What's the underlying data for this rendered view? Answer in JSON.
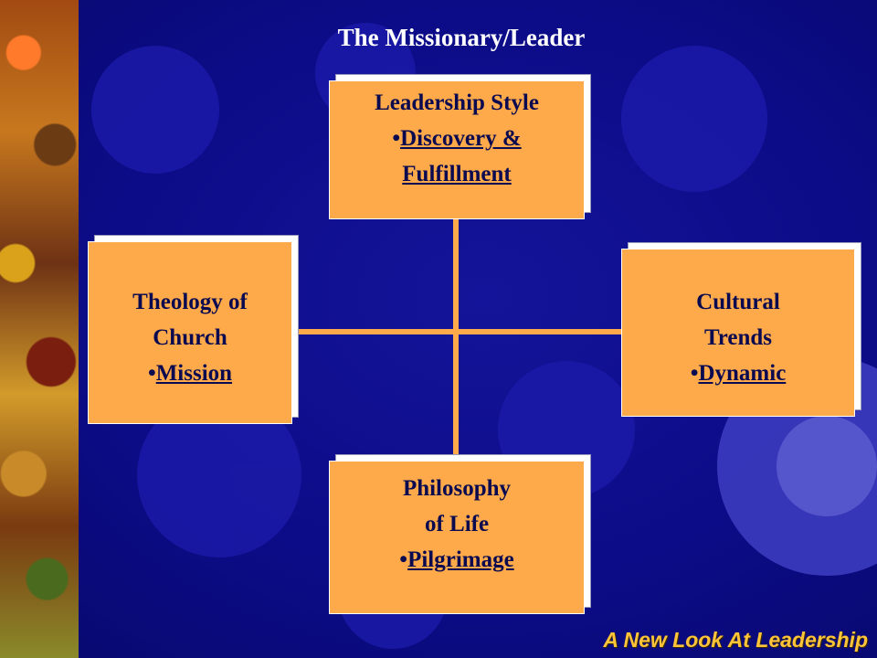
{
  "title": "The Missionary/Leader",
  "footer": "A New Look At Leadership",
  "colors": {
    "background": "#0c0c88",
    "box": "#ffaa4a",
    "box_text": "#0a0a50",
    "footer": "#ffc43a"
  },
  "boxes": {
    "top": {
      "lines": [
        "Leadership Style"
      ],
      "bullet": "•",
      "link_lines": [
        "Discovery &",
        "Fulfillment"
      ]
    },
    "left": {
      "lines": [
        "Theology of",
        "Church"
      ],
      "bullet": "•",
      "link_lines": [
        "Mission"
      ]
    },
    "right": {
      "lines": [
        "Cultural",
        "Trends"
      ],
      "bullet": "•",
      "link_lines": [
        "Dynamic"
      ]
    },
    "bottom": {
      "lines": [
        "Philosophy",
        "of Life"
      ],
      "bullet": "•",
      "link_lines": [
        "Pilgrimage"
      ]
    }
  }
}
